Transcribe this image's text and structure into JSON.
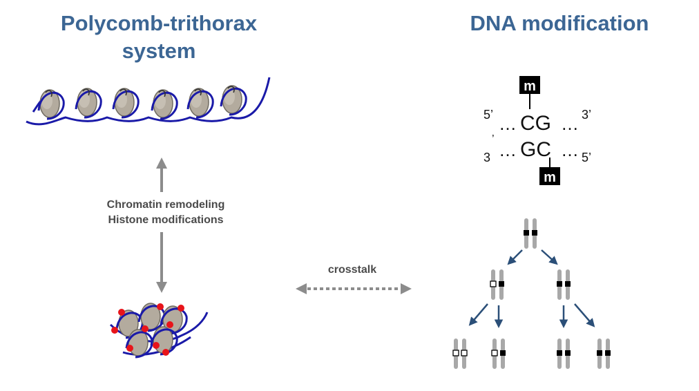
{
  "titles": {
    "left_line1": "Polycomb-trithorax",
    "left_line2": "system",
    "right": "DNA modification"
  },
  "labels": {
    "process_line1": "Chromatin remodeling",
    "process_line2": "Histone modifications",
    "crosstalk": "crosstalk"
  },
  "dna": {
    "top_five": "5’",
    "top_dots_left": "…",
    "top_bases": "CG",
    "top_dots_right": "…",
    "top_three": "3’",
    "bottom_three": "3",
    "bottom_prime": "’",
    "bottom_dots_left": "…",
    "bottom_bases": "GC",
    "bottom_dots_right": "…",
    "bottom_five": "5’",
    "methyl_mark": "m"
  },
  "colors": {
    "title": "#3c6694",
    "dna_strand": "#1a1aa8",
    "histone": "#b3ab9e",
    "methyl_dot": "#e8141a",
    "arrow_gray": "#8c8c8c",
    "arrow_navy": "#2b4f78",
    "chromosome": "#a8a8a8"
  }
}
